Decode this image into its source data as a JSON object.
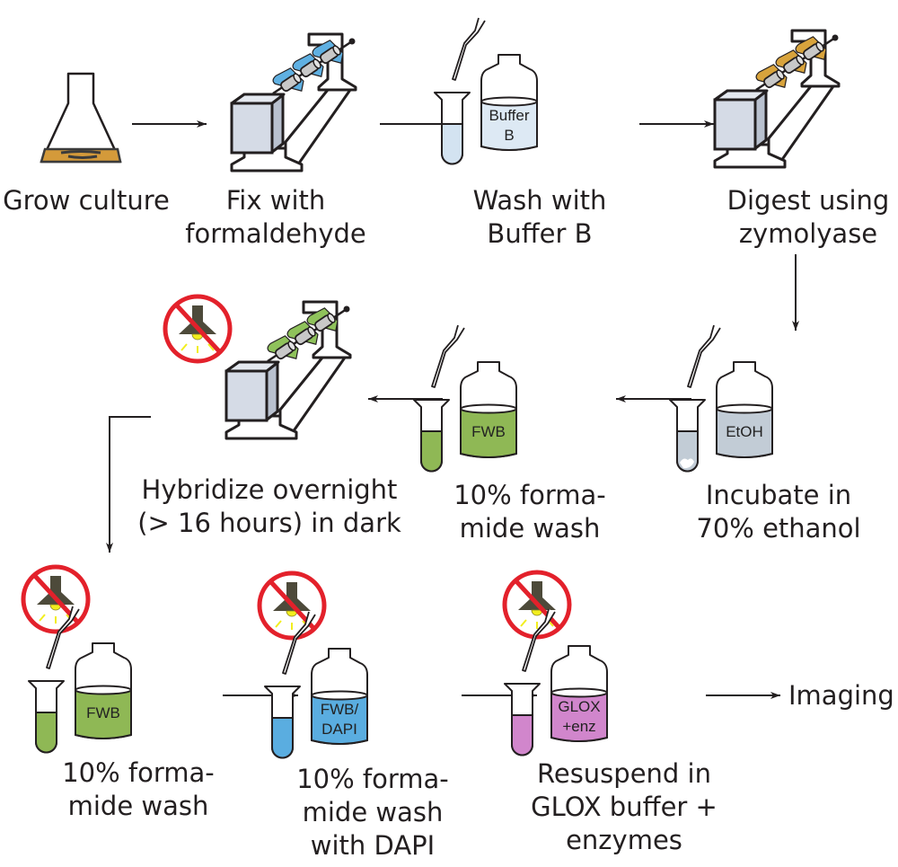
{
  "diagram": {
    "title": "Sample preparation workflow",
    "colors": {
      "line": "#231f20",
      "rotator_box": "#d5dbe6",
      "no_light_ring": "#e3212b",
      "lamp": "#4d4a3a",
      "bulb": "#f2ee1e",
      "culture": "#d49a3a",
      "buffer_b": "#dde9f4",
      "fwb": "#8fb855",
      "etoh": "#c2ccd6",
      "dapi": "#5aade0",
      "glox": "#d186cc",
      "tube_blue_light": "#d3e3f1",
      "clip_blue": "#5fb0e2",
      "clip_orange": "#d8a33c",
      "clip_green": "#8fc25b"
    },
    "steps": [
      {
        "id": "grow",
        "label_lines": [
          "Grow culture"
        ],
        "icon": "flask-icon"
      },
      {
        "id": "fix",
        "label_lines": [
          "Fix with",
          "formaldehyde"
        ],
        "icon": "rotator-icon",
        "clip_color": "clip_blue"
      },
      {
        "id": "wash_b",
        "label_lines": [
          "Wash with",
          "Buffer B"
        ],
        "icon": "tube-bottle-icon",
        "bottle_label": [
          "Buffer",
          "B"
        ]
      },
      {
        "id": "digest",
        "label_lines": [
          "Digest using",
          "zymolyase"
        ],
        "icon": "rotator-icon",
        "clip_color": "clip_orange"
      },
      {
        "id": "ethanol",
        "label_lines": [
          "Incubate in",
          "70% ethanol"
        ],
        "icon": "tube-bottle-icon",
        "bottle_label": [
          "EtOH"
        ]
      },
      {
        "id": "fwash1",
        "label_lines": [
          "10% forma-",
          "mide wash"
        ],
        "icon": "tube-bottle-icon",
        "bottle_label": [
          "FWB"
        ]
      },
      {
        "id": "hybridize",
        "label_lines": [
          "Hybridize overnight",
          "(> 16 hours) in dark"
        ],
        "icon": "rotator-icon",
        "clip_color": "clip_green",
        "dark": true
      },
      {
        "id": "fwash2",
        "label_lines": [
          "10% forma-",
          "mide wash"
        ],
        "icon": "tube-bottle-icon",
        "bottle_label": [
          "FWB"
        ],
        "dark": true
      },
      {
        "id": "dapi",
        "label_lines": [
          "10% forma-",
          "mide wash",
          "with DAPI"
        ],
        "icon": "tube-bottle-icon",
        "bottle_label": [
          "FWB/",
          "DAPI"
        ],
        "dark": true
      },
      {
        "id": "glox",
        "label_lines": [
          "Resuspend in",
          "GLOX buffer +",
          "enzymes"
        ],
        "icon": "tube-bottle-icon",
        "bottle_label": [
          "GLOX",
          "+enz"
        ],
        "dark": true
      }
    ],
    "final_step": "Imaging"
  }
}
